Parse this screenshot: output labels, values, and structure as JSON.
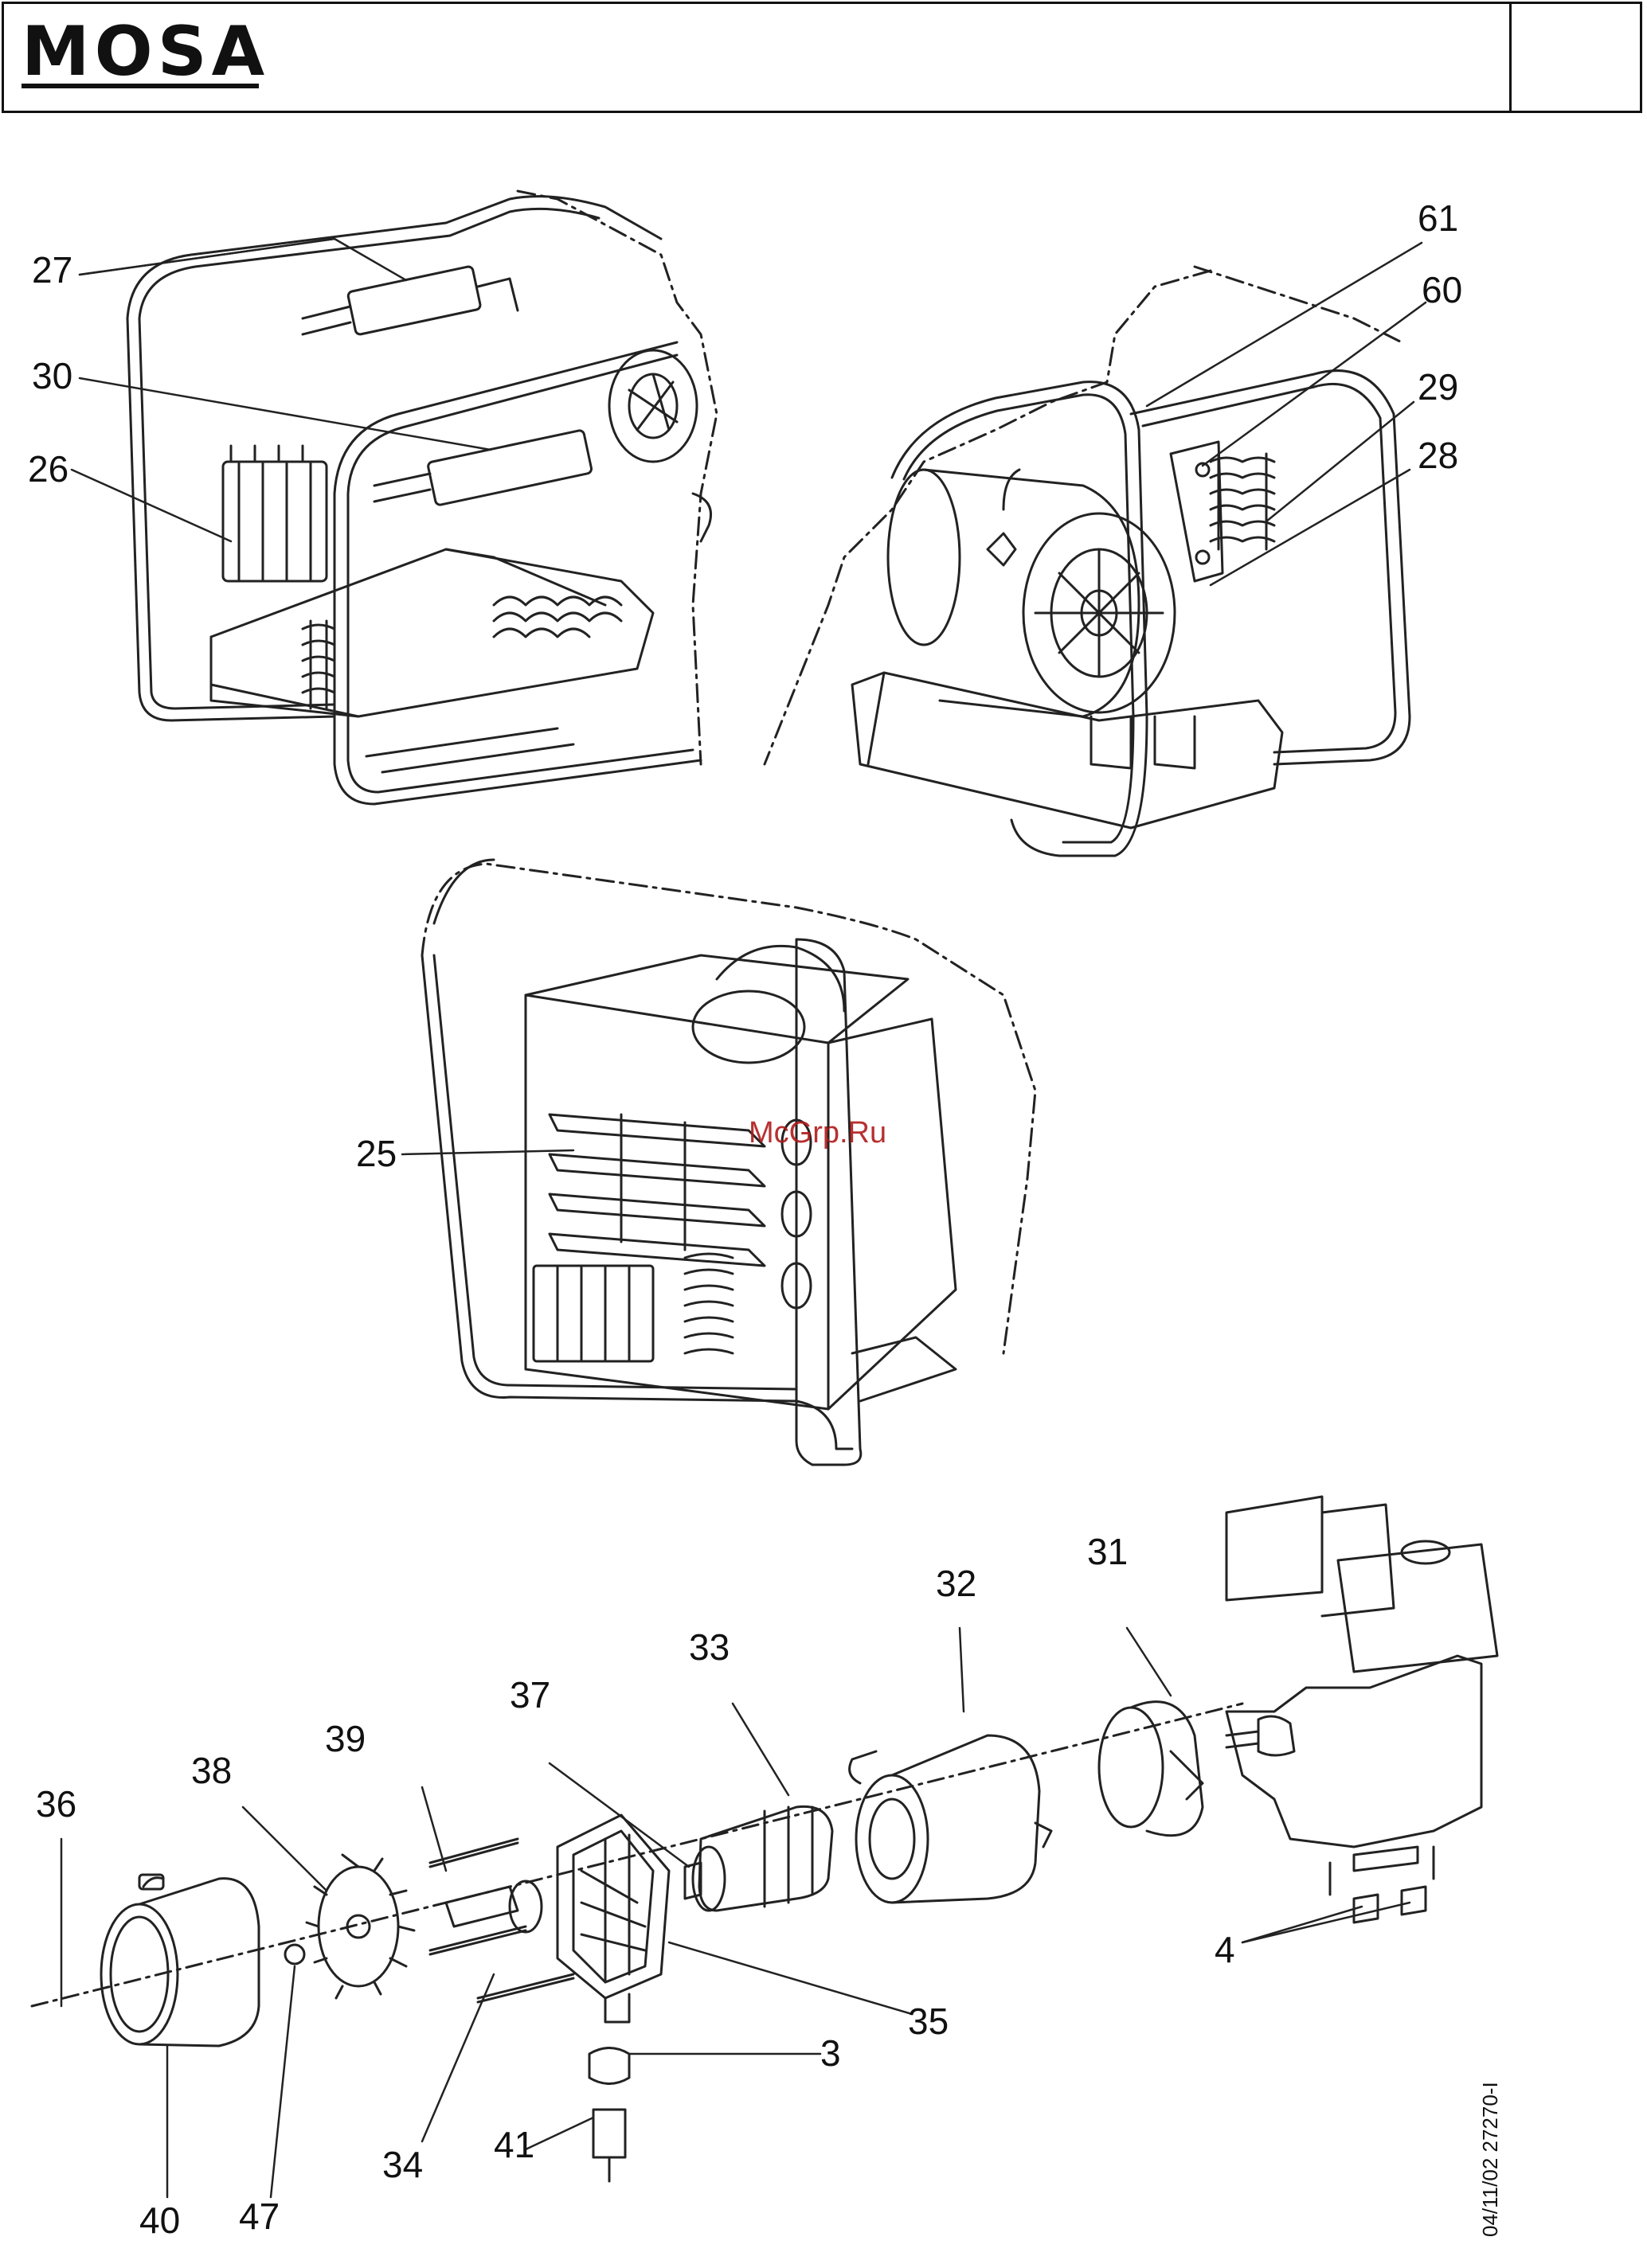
{
  "header": {
    "brand": "MOSA",
    "page_code": ""
  },
  "watermark": "McGrp.Ru",
  "doc_ref": "04/11/02 27270-I",
  "callouts": {
    "c27": "27",
    "c30": "30",
    "c26": "26",
    "c61": "61",
    "c60": "60",
    "c29": "29",
    "c28": "28",
    "c25": "25",
    "c32": "32",
    "c31": "31",
    "c33": "33",
    "c37": "37",
    "c39": "39",
    "c38": "38",
    "c36": "36",
    "c35": "35",
    "c3": "3",
    "c34": "34",
    "c41": "41",
    "c40": "40",
    "c47": "47",
    "c4": "4"
  },
  "icons": {
    "logo": "mosa-logo",
    "view_a": "generator-frame-side-view",
    "view_b": "generator-frame-rear-view",
    "view_c": "generator-control-box-view",
    "view_d": "alternator-exploded-view"
  }
}
